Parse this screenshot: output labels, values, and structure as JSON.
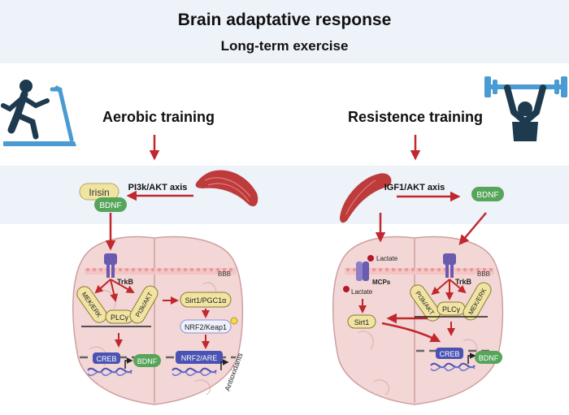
{
  "header": {
    "title": "Brain adaptative response",
    "subtitle": "Long-term exercise"
  },
  "aerobic": {
    "title": "Aerobic training",
    "axis": "PI3k/AKT axis",
    "irisin": "Irisin",
    "bdnf": "BDNF",
    "receptor": "TrkB",
    "bbb": "BBB",
    "mek": "MEK/ERK",
    "plc": "PLCγ",
    "pi3k": "PI3k/AKT",
    "sirt": "Sirt1/PGC1α",
    "nrf2_keap": "NRF2/Keap1",
    "creb": "CREB",
    "bdnf_out": "BDNF",
    "nrf2_are": "NRF2/ARE",
    "antioxidants": "Antioxidants"
  },
  "resistance": {
    "title": "Resistence training",
    "axis": "IGF1/AKT axis",
    "bdnf": "BDNF",
    "lactate_top": "Lactate",
    "mcps": "MCPs",
    "lactate_bottom": "Lactate",
    "bbb": "BBB",
    "receptor": "TrkB",
    "pi3k": "PI3k/AKT",
    "plc": "PLCγ",
    "mek": "MEK/ERK",
    "sirt": "Sirt1",
    "creb": "CREB",
    "bdnf_out": "BDNF"
  },
  "colors": {
    "band": "#eef2f9",
    "arrow": "#c0282d",
    "brain": "#f3d6d6",
    "brain_stroke": "#cf9f9f",
    "pill": "#f1e4a3",
    "green": "#56a55a",
    "blue": "#4a53b3",
    "runner": "#1d3a4e",
    "treadmill": "#4a9ad3",
    "lifter": "#1d3a4e",
    "barbell": "#4a9ad3",
    "muscle": "#bd3b3b"
  }
}
